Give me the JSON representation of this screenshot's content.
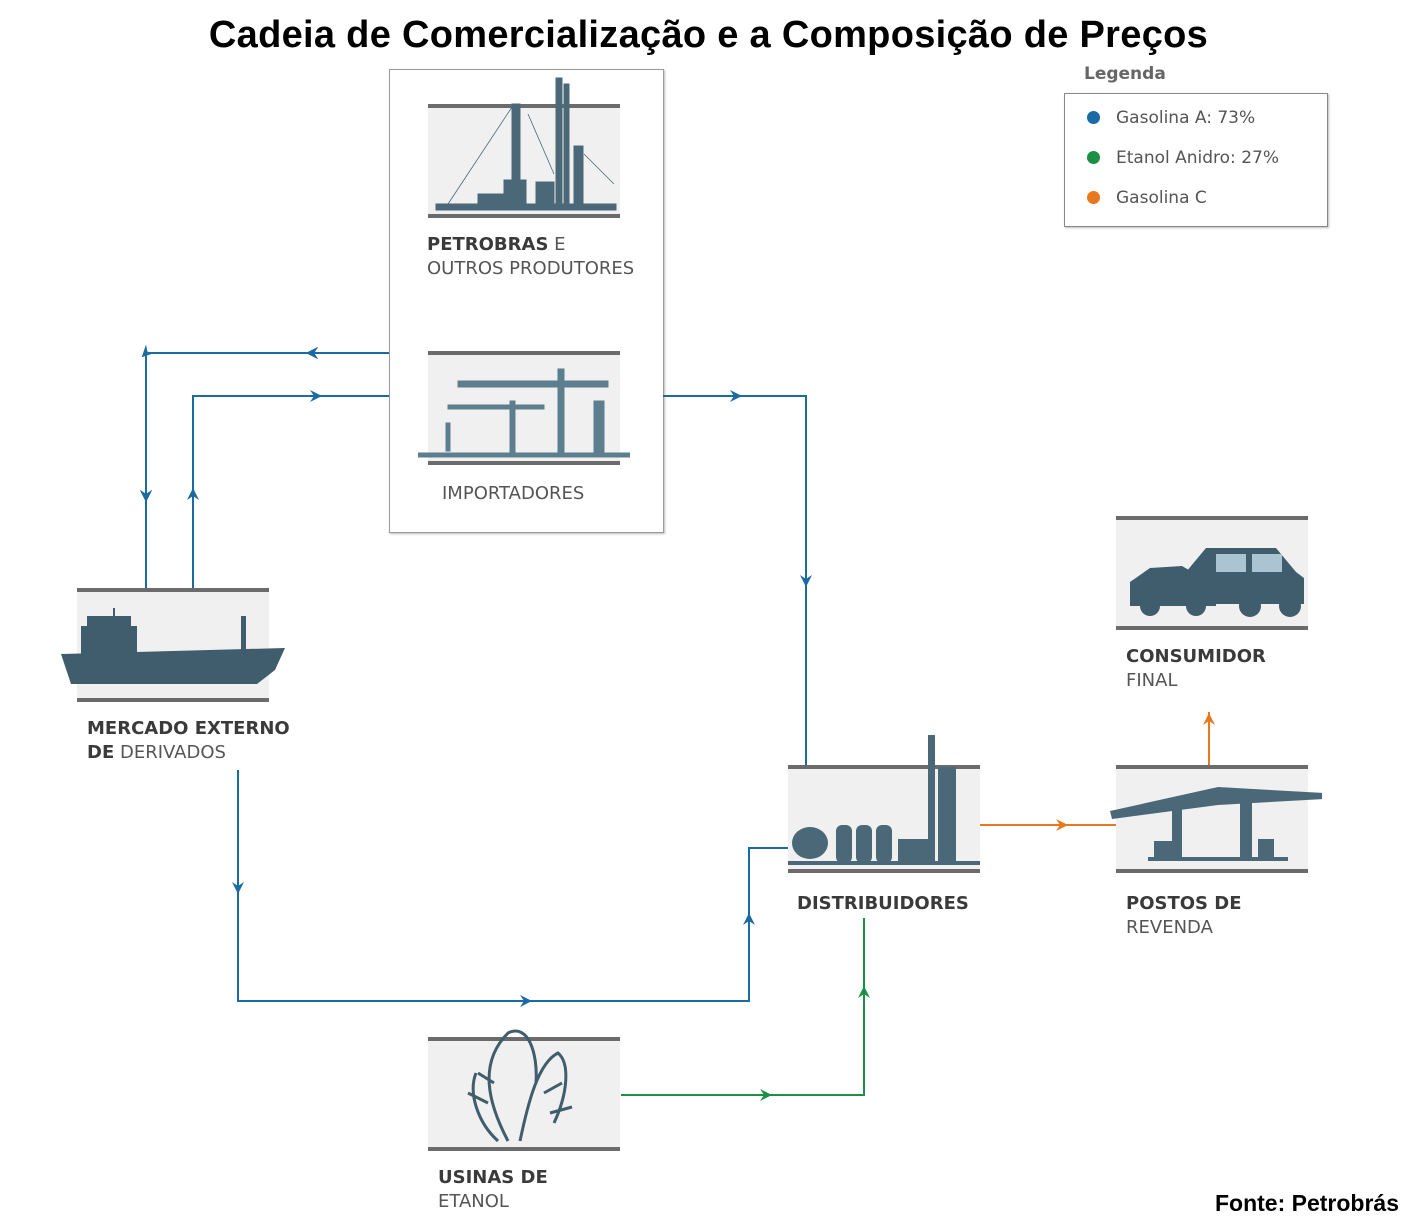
{
  "title": "Cadeia de Comercialização e a Composição de Preços",
  "source": "Fonte: Petrobrás",
  "colors": {
    "gasolina_a": "#1a6aa3",
    "etanol_anidro": "#1f8f45",
    "gasolina_c": "#e8781e",
    "icon": "#4b6878",
    "bar": "#6b6b6b"
  },
  "legend": {
    "title": "Legenda",
    "items": [
      {
        "label": "Gasolina A: 73%",
        "color": "#1a6aa3"
      },
      {
        "label": "Etanol Anidro: 27%",
        "color": "#1f8f45"
      },
      {
        "label": "Gasolina C",
        "color": "#e8781e"
      }
    ]
  },
  "nodes": {
    "petrobras": {
      "line1_bold": "PETROBRAS",
      "line1_rest": " E",
      "line2": "OUTROS PRODUTORES",
      "icon": "refinery-icon"
    },
    "importadores": {
      "line1": "IMPORTADORES",
      "icon": "port-crane-icon"
    },
    "mercado_externo": {
      "line1_bold": "MERCADO EXTERNO",
      "line2_bold": "DE",
      "line2_rest": " DERIVADOS",
      "icon": "tanker-ship-icon"
    },
    "distribuidores": {
      "line1": "DISTRIBUIDORES",
      "icon": "distribution-terminal-icon"
    },
    "postos": {
      "line1_bold": "POSTOS DE",
      "line2": "REVENDA",
      "icon": "gas-station-icon"
    },
    "consumidor": {
      "line1_bold": "CONSUMIDOR",
      "line2": "FINAL",
      "icon": "cars-icon"
    },
    "usinas": {
      "line1_bold": "USINAS DE",
      "line2": "ETANOL",
      "icon": "sugarcane-icon"
    }
  },
  "flows": [
    {
      "from": "Petrobras e Outros Produtores / Importadores",
      "to": "Mercado Externo de Derivados",
      "product": "Gasolina A"
    },
    {
      "from": "Mercado Externo de Derivados",
      "to": "Petrobras e Outros Produtores / Importadores",
      "product": "Gasolina A"
    },
    {
      "from": "Petrobras e Outros Produtores / Importadores",
      "to": "Distribuidores",
      "product": "Gasolina A"
    },
    {
      "from": "Mercado Externo de Derivados",
      "to": "Distribuidores",
      "product": "Gasolina A"
    },
    {
      "from": "Usinas de Etanol",
      "to": "Distribuidores",
      "product": "Etanol Anidro"
    },
    {
      "from": "Distribuidores",
      "to": "Postos de Revenda",
      "product": "Gasolina C"
    },
    {
      "from": "Postos de Revenda",
      "to": "Consumidor Final",
      "product": "Gasolina C"
    }
  ]
}
